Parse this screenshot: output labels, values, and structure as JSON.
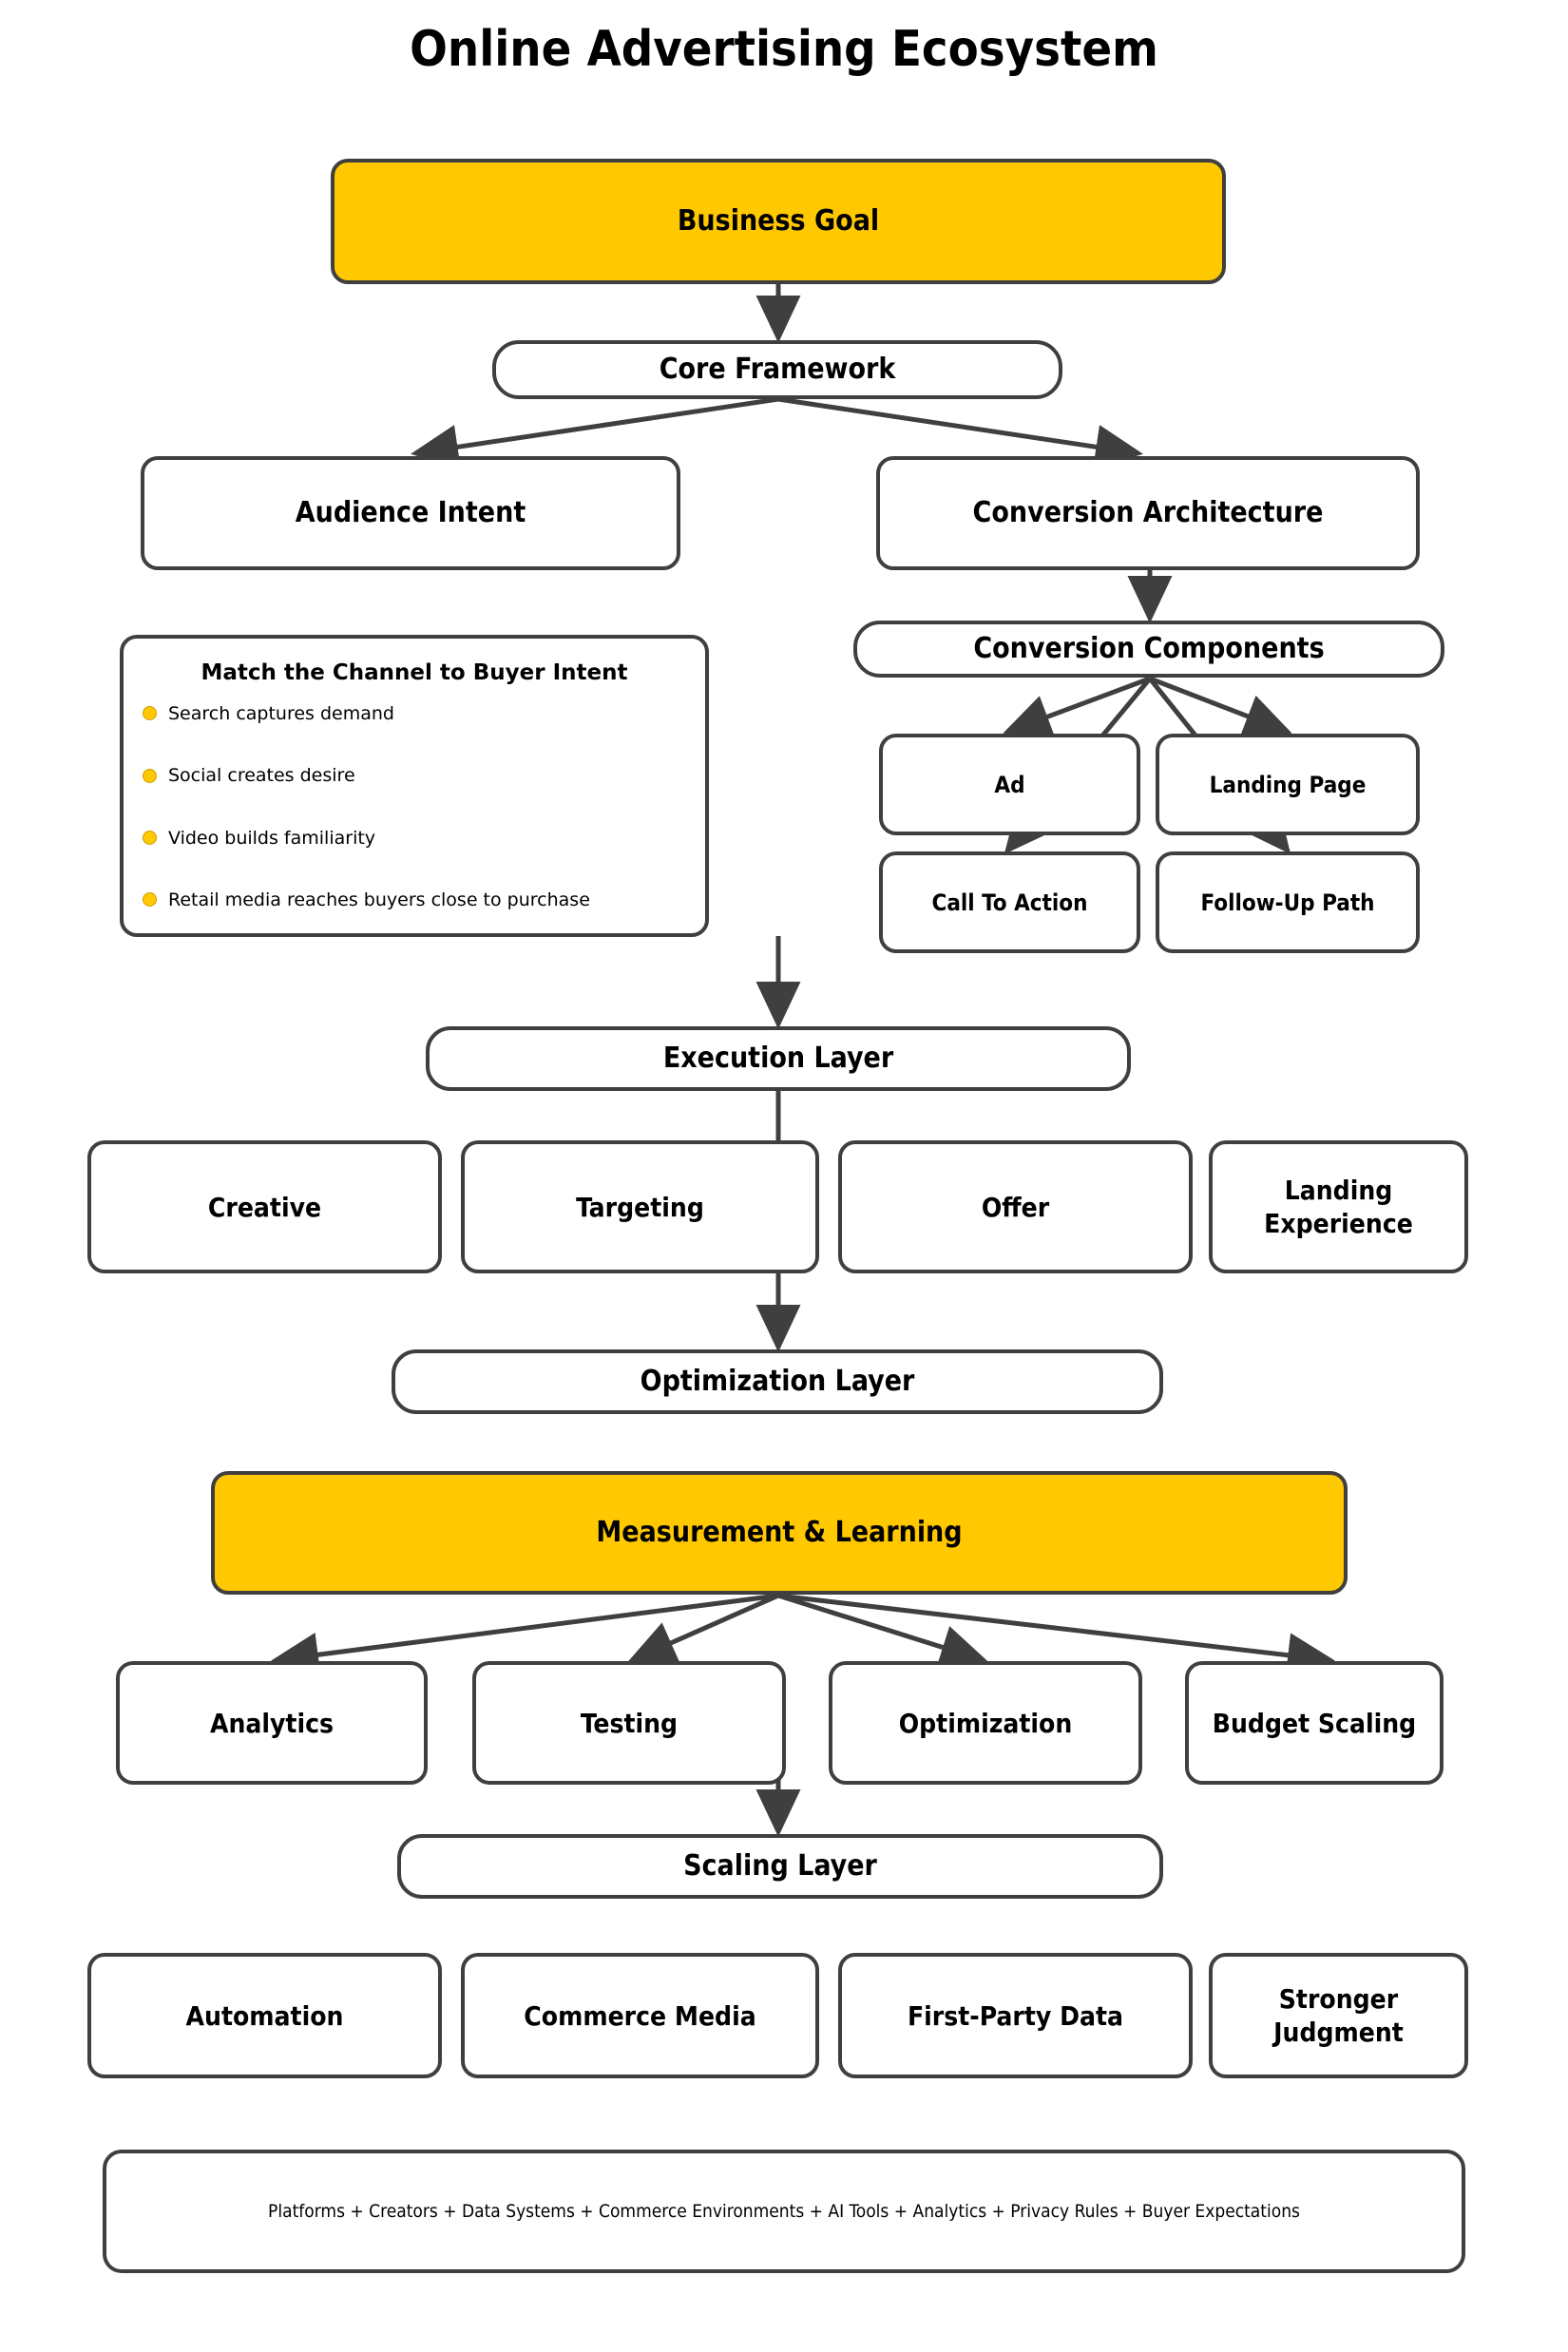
{
  "title": "Online Advertising Ecosystem",
  "colors": {
    "accent": "#ffc800",
    "border": "#3f3f3f",
    "background": "#ffffff",
    "text": "#000000"
  },
  "nodes": {
    "business_goal": "Business Goal",
    "core_framework": "Core Framework",
    "audience_intent": "Audience Intent",
    "conversion_architecture": "Conversion Architecture",
    "conversion_components": "Conversion Components",
    "ad": "Ad",
    "landing_page": "Landing Page",
    "call_to_action": "Call To Action",
    "follow_up_path": "Follow-Up Path",
    "execution_layer": "Execution Layer",
    "optimization_layer": "Optimization Layer",
    "measurement_learning": "Measurement & Learning",
    "scaling_layer": "Scaling Layer"
  },
  "channel_card": {
    "title": "Match the Channel to Buyer Intent",
    "items": [
      "Search captures demand",
      "Social creates desire",
      "Video builds familiarity",
      "Retail media reaches buyers close to purchase"
    ]
  },
  "execution_items": [
    "Creative",
    "Targeting",
    "Offer",
    "Landing Experience"
  ],
  "measurement_items": [
    "Analytics",
    "Testing",
    "Optimization",
    "Budget Scaling"
  ],
  "scaling_items": [
    "Automation",
    "Commerce Media",
    "First-Party Data",
    "Stronger Judgment"
  ],
  "footer": "Platforms + Creators + Data Systems + Commerce Environments + AI Tools + Analytics + Privacy Rules + Buyer Expectations"
}
